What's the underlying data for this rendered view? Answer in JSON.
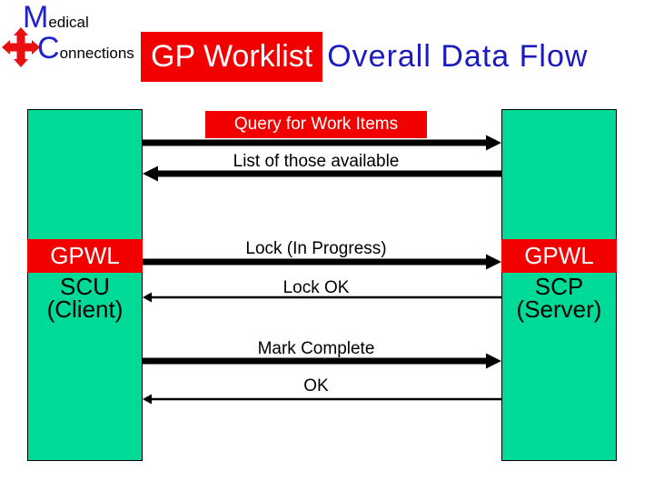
{
  "logo": {
    "word1_initial": "M",
    "word1_rest": "edical",
    "word2_initial": "C",
    "word2_rest": "onnections",
    "cross_icon": "red-cross-arrows-icon"
  },
  "title": {
    "highlighted": "GP Worklist",
    "rest": "Overall Data Flow"
  },
  "nodes": {
    "left": {
      "line1": "GPWL",
      "line2": "SCU",
      "line3": "(Client)"
    },
    "right": {
      "line1": "GPWL",
      "line2": "SCP",
      "line3": "(Server)"
    }
  },
  "messages": [
    {
      "label": "Query for Work Items",
      "from": "client",
      "to": "server",
      "weight": "thick",
      "highlighted": true
    },
    {
      "label": "List of those available",
      "from": "server",
      "to": "client",
      "weight": "thick",
      "highlighted": false
    },
    {
      "label": "Lock (In Progress)",
      "from": "client",
      "to": "server",
      "weight": "thick",
      "highlighted": false
    },
    {
      "label": "Lock OK",
      "from": "server",
      "to": "client",
      "weight": "thin",
      "highlighted": false
    },
    {
      "label": "Mark Complete",
      "from": "client",
      "to": "server",
      "weight": "thick",
      "highlighted": false
    },
    {
      "label": "OK",
      "from": "server",
      "to": "client",
      "weight": "thin",
      "highlighted": false
    }
  ],
  "colors": {
    "node_green": "#00DA98",
    "highlight_red": "#F20000",
    "title_blue": "#1B1BC0",
    "logo_blue": "#2222CC",
    "arrow_black": "#000000",
    "background": "#FFFFFF"
  }
}
